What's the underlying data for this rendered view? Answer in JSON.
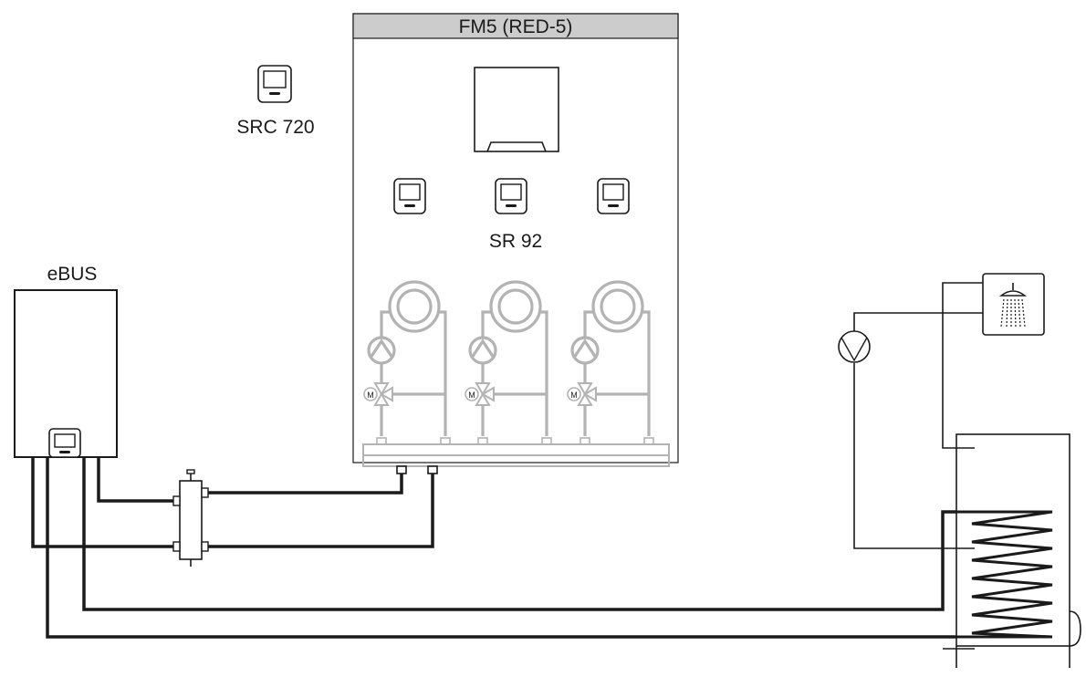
{
  "module": {
    "title": "FM5 (RED-5)"
  },
  "labels": {
    "room_controller": "SRC 720",
    "zone_controllers": "SR 92",
    "boiler_bus": "eBUS"
  },
  "colors": {
    "pipe": "#1a1a1a",
    "module_fill": "#ffffff",
    "module_header": "#cccccc",
    "module_pipes": "#b3b3b3"
  },
  "icons": [
    "room-controller-icon",
    "shower-icon",
    "pump-icon",
    "mixing-valve-icon",
    "heating-circuit-icon",
    "hydraulic-separator-icon",
    "dhw-tank-icon",
    "boiler-icon"
  ]
}
